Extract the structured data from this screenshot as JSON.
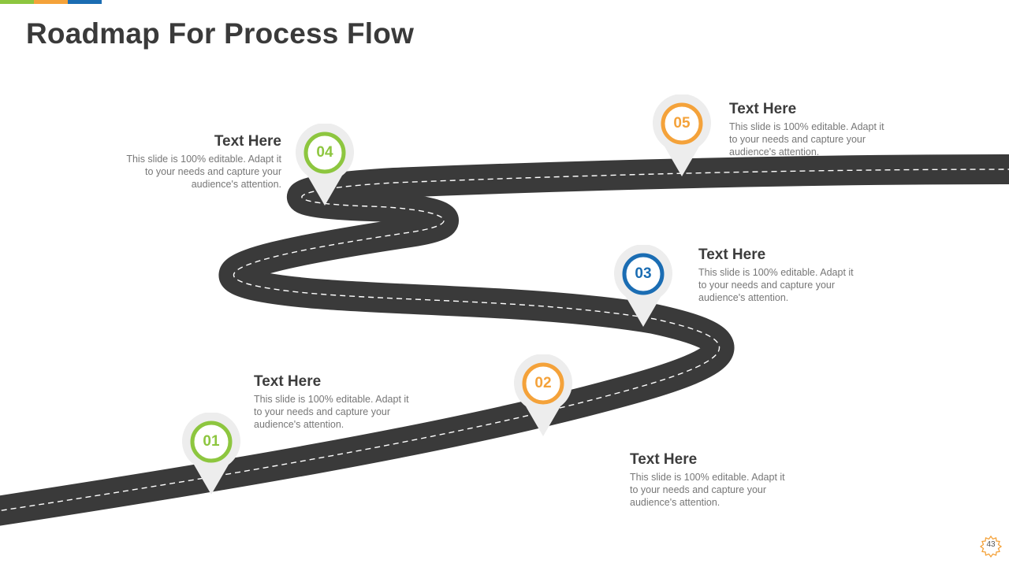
{
  "slide": {
    "title": "Roadmap For Process Flow",
    "page_number": "43",
    "accent_colors": [
      "#8dc63f",
      "#f4a23a",
      "#1b6db3"
    ]
  },
  "colors": {
    "road": "#3a3a3a",
    "lane_marking": "#ffffff",
    "pin_bg": "#ededed",
    "green": "#8dc63f",
    "orange": "#f4a23a",
    "blue": "#1b6db3",
    "page_badge": "#f4a23a"
  },
  "milestones": [
    {
      "number": "01",
      "heading": "Text Here",
      "body": "This slide is 100% editable. Adapt it to your needs and capture your audience's attention.",
      "color": "#8dc63f"
    },
    {
      "number": "02",
      "heading": "Text Here",
      "body": "This slide is 100% editable. Adapt it to your needs and capture your audience's attention.",
      "color": "#f4a23a"
    },
    {
      "number": "03",
      "heading": "Text Here",
      "body": "This slide is 100% editable. Adapt it to your needs and capture your audience's attention.",
      "color": "#1b6db3"
    },
    {
      "number": "04",
      "heading": "Text Here",
      "body": "This slide is 100% editable. Adapt it to your needs and capture your audience's attention.",
      "color": "#8dc63f"
    },
    {
      "number": "05",
      "heading": "Text Here",
      "body": "This slide is 100% editable. Adapt it to your needs and capture your audience's attention.",
      "color": "#f4a23a"
    }
  ]
}
